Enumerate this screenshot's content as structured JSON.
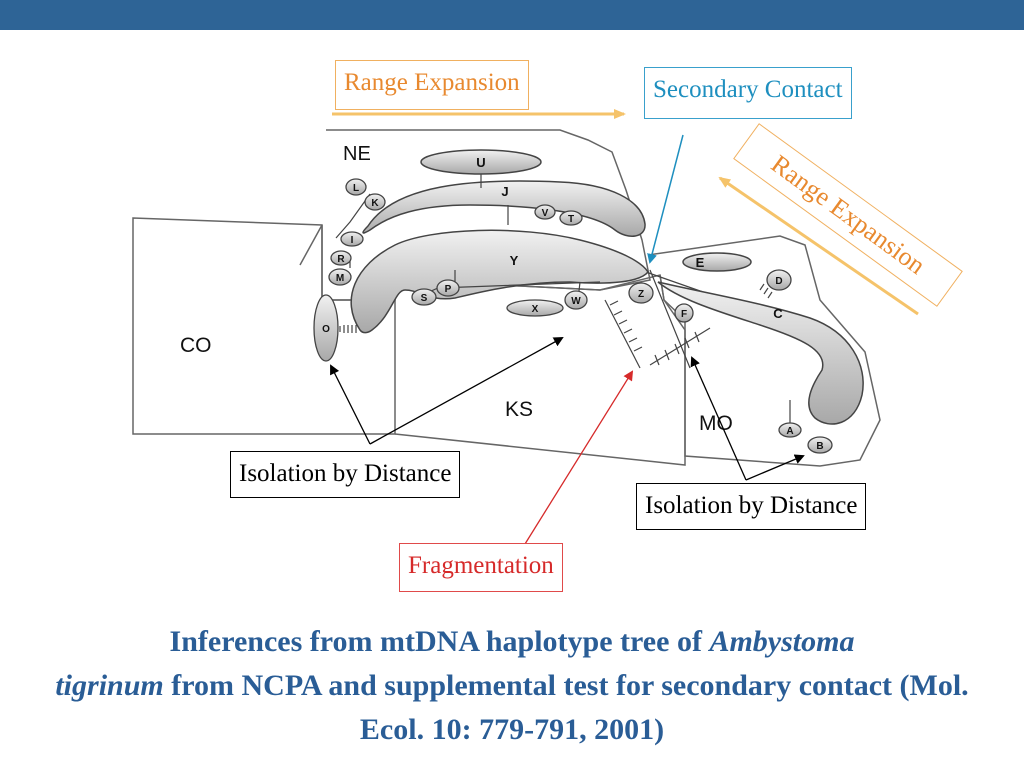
{
  "slide": {
    "accent_color": "#2e6496",
    "labels": {
      "range_expansion_top": "Range Expansion",
      "secondary_contact": "Secondary Contact",
      "range_expansion_right": "Range Expansion",
      "isolation_left": "Isolation by Distance",
      "isolation_right": "Isolation by Distance",
      "fragmentation": "Fragmentation"
    },
    "map": {
      "states": [
        "NE",
        "CO",
        "KS",
        "MO"
      ],
      "clades": [
        "U",
        "J",
        "Y",
        "E",
        "C"
      ],
      "haplotypes": [
        "L",
        "K",
        "V",
        "T",
        "I",
        "R",
        "M",
        "O",
        "S",
        "P",
        "X",
        "W",
        "Z",
        "F",
        "D",
        "A",
        "B"
      ]
    },
    "caption": {
      "part1": "Inferences from mtDNA haplotype tree of ",
      "italic1": "Ambystoma",
      "italic2": "tigrinum",
      "part2": " from NCPA and supplemental test for secondary contact (Mol. Ecol. 10: 779-791, 2001)"
    }
  }
}
